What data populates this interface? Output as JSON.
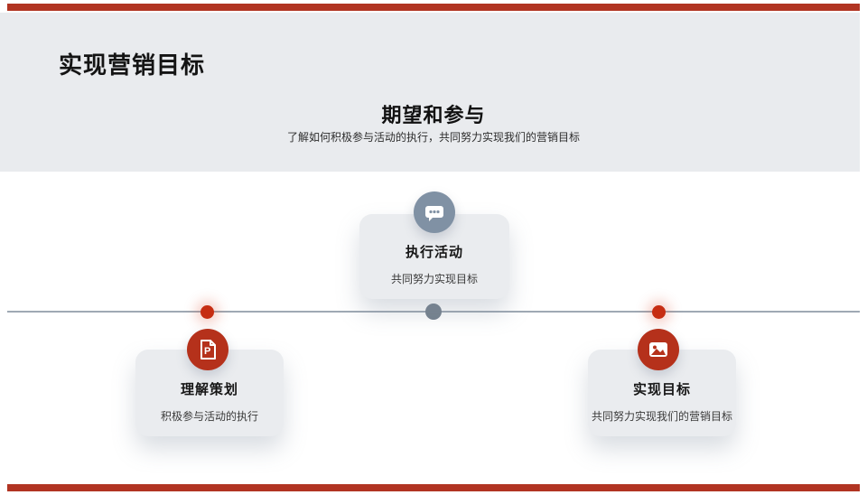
{
  "page": {
    "accent_color": "#b13422",
    "header_bg": "#e9ebee",
    "card_bg": "#eaecef",
    "timeline_line_color": "#9fa9b4",
    "slate_node_color": "#8091a4",
    "red_node_color": "#c62d12"
  },
  "header": {
    "title": "实现营销目标",
    "section_heading": "期望和参与",
    "section_subtitle": "了解如何积极参与活动的执行，共同努力实现我们的营销目标"
  },
  "timeline": {
    "items": [
      {
        "title": "理解策划",
        "desc": "积极参与活动的执行",
        "icon": "powerpoint-file-icon",
        "accent": "#b5311b",
        "position": "below-line"
      },
      {
        "title": "执行活动",
        "desc": "共同努力实现目标",
        "icon": "speech-bubble-icon",
        "accent": "#8091a4",
        "position": "above-line"
      },
      {
        "title": "实现目标",
        "desc": "共同努力实现我们的营销目标",
        "icon": "image-icon",
        "accent": "#b5311b",
        "position": "below-line"
      }
    ]
  }
}
